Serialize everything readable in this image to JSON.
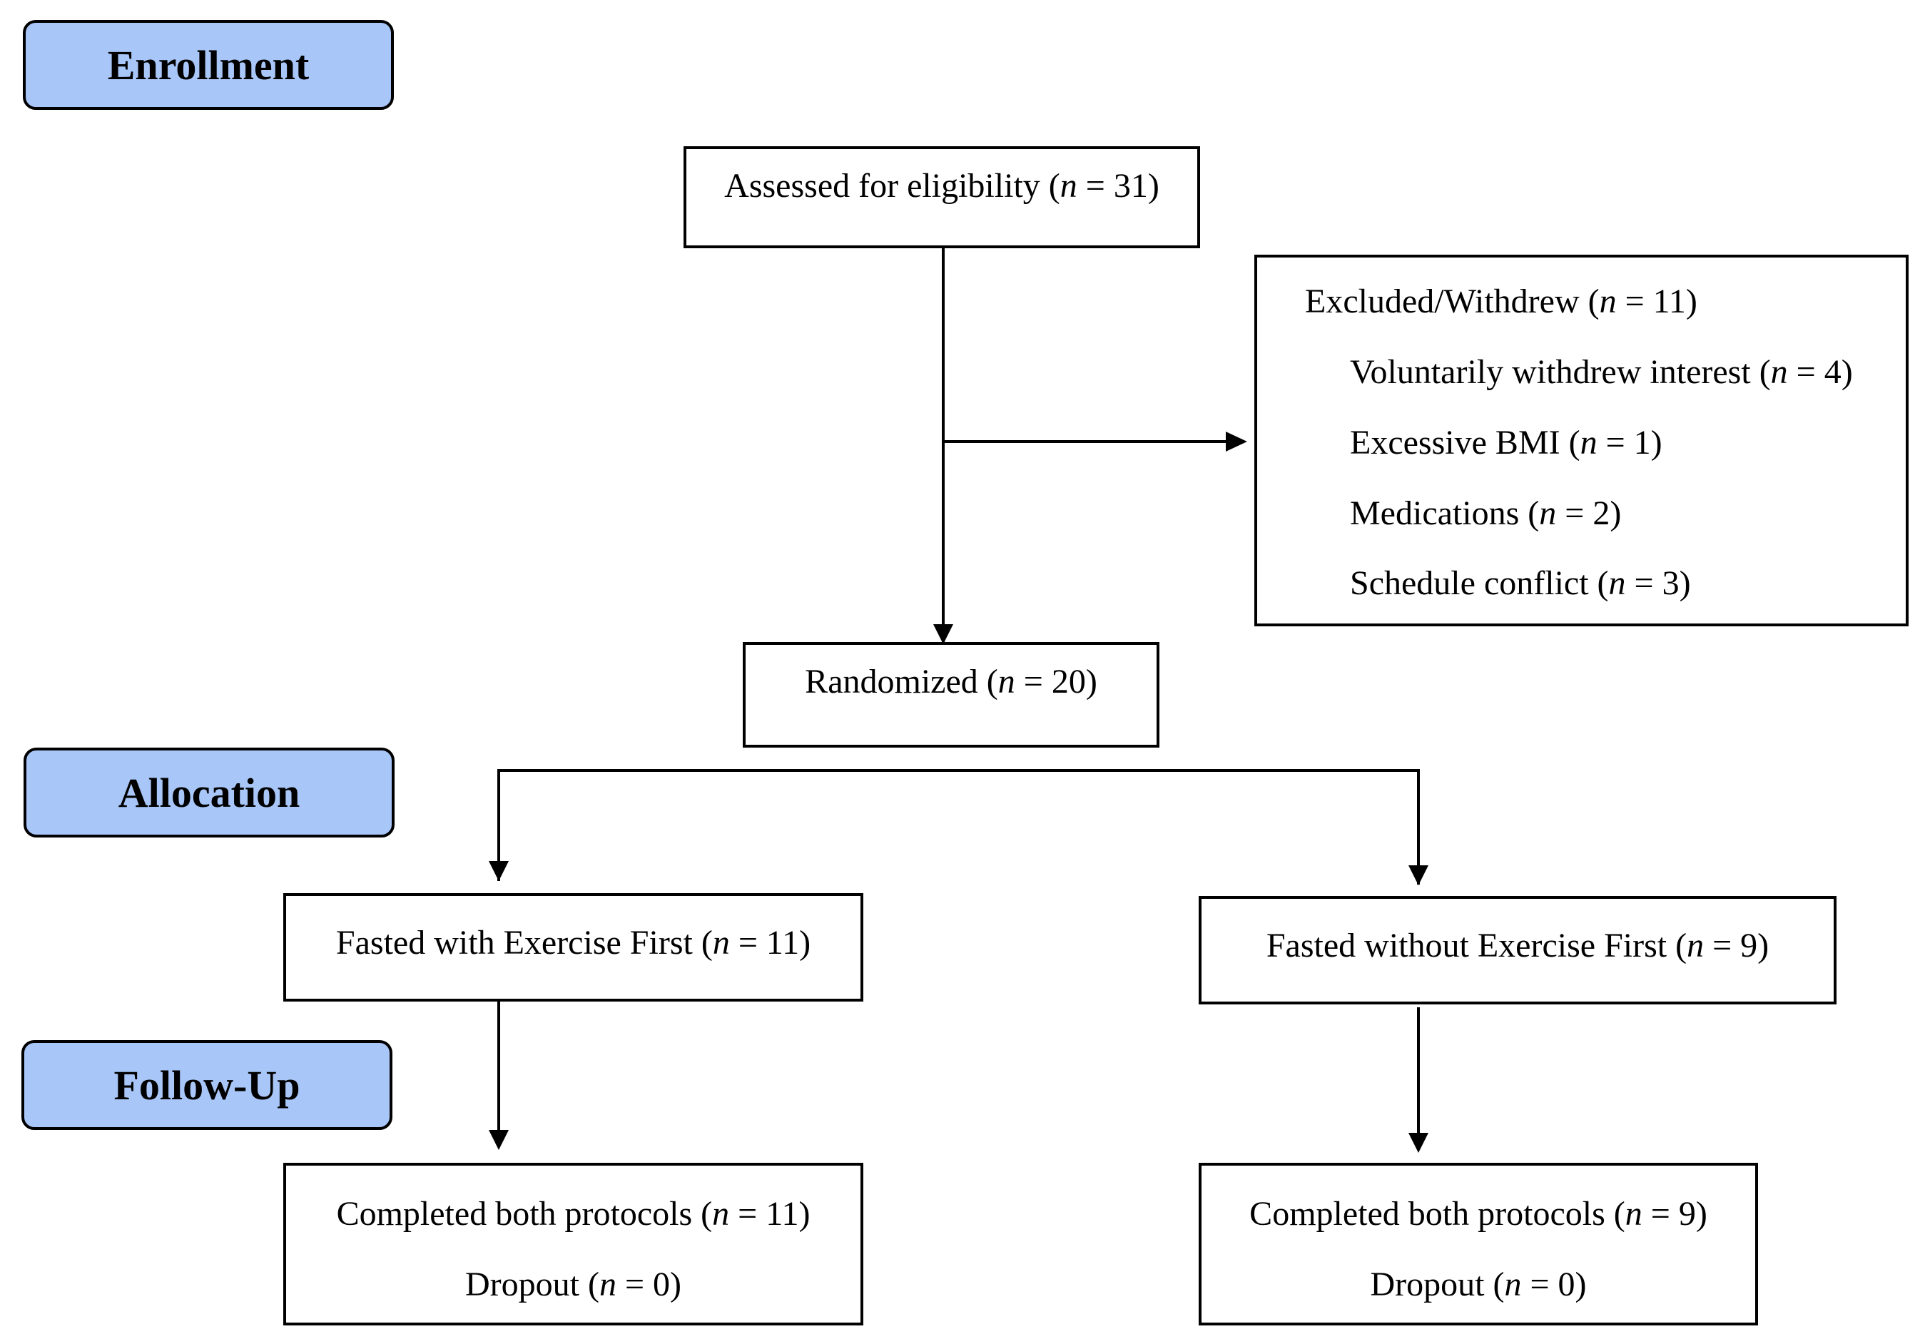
{
  "stages": {
    "enrollment": "Enrollment",
    "allocation": "Allocation",
    "follow_up": "Follow-Up"
  },
  "n_symbol": "n",
  "assessed": {
    "label": "Assessed for eligibility",
    "count": "31"
  },
  "excluded": {
    "label": "Excluded/Withdrew",
    "count": "11",
    "reasons": [
      {
        "label": "Voluntarily withdrew interest",
        "count": "4"
      },
      {
        "label": "Excessive BMI",
        "count": "1"
      },
      {
        "label": "Medications",
        "count": "2"
      },
      {
        "label": "Schedule conflict",
        "count": "3"
      }
    ]
  },
  "randomized": {
    "label": "Randomized",
    "count": "20"
  },
  "arms": [
    {
      "label": "Fasted with Exercise First",
      "count": "11",
      "completed": {
        "label": "Completed both protocols",
        "count": "11"
      },
      "dropout": {
        "label": "Dropout",
        "count": "0"
      }
    },
    {
      "label": "Fasted without Exercise First",
      "count": "9",
      "completed": {
        "label": "Completed both protocols",
        "count": "9"
      },
      "dropout": {
        "label": "Dropout",
        "count": "0"
      }
    }
  ],
  "colors": {
    "stage_fill": "#a8c6f8",
    "stroke": "#000000"
  }
}
